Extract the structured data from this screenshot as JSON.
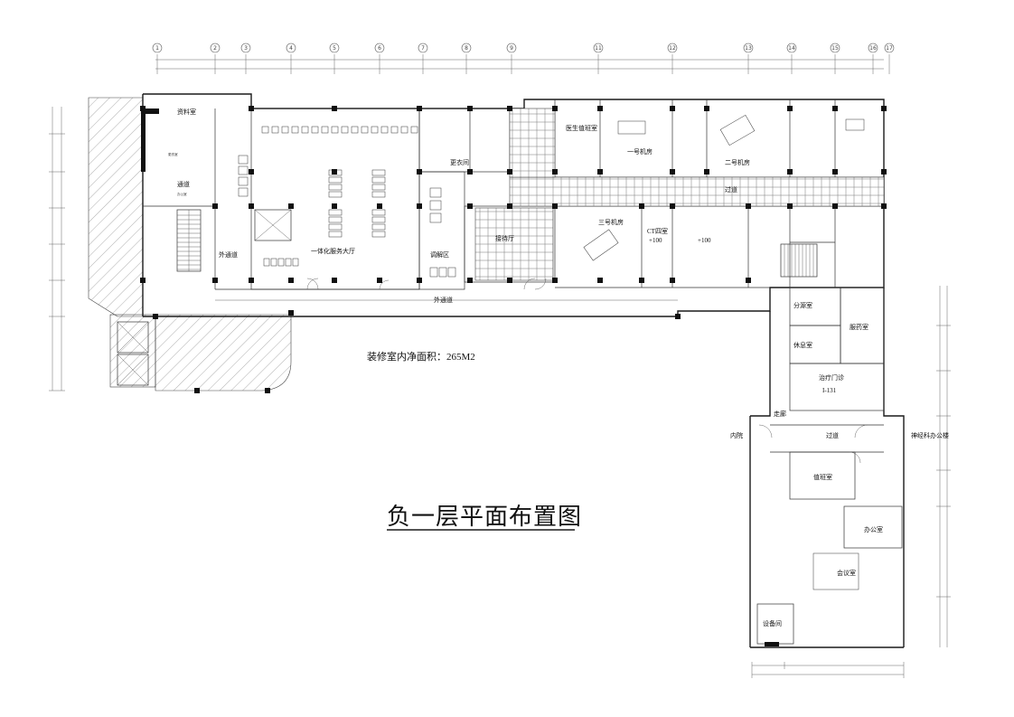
{
  "title": "负一层平面布置图",
  "area_note": "装修室内净面积：265M2",
  "axes": [
    "1",
    "2",
    "3",
    "4",
    "5",
    "6",
    "7",
    "8",
    "9",
    "11",
    "12",
    "13",
    "14",
    "15",
    "16",
    "17"
  ],
  "rooms": {
    "archive": "资料室",
    "changing_small": "更衣室",
    "passage_left": "通道",
    "office_small": "办公室",
    "outer_passage_left": "外通道",
    "service_hall": "一体化服务大厅",
    "changing_room": "更衣间",
    "mediation": "调解区",
    "reception": "接待厅",
    "duty_room": "医生值班室",
    "machine_1": "一号机房",
    "machine_2": "二号机房",
    "corridor_top": "过道",
    "machine_3": "三号机房",
    "ct_room": "CT四室",
    "ct_level": "+100",
    "level_100": "+100",
    "outer_passage_bottom": "外通道",
    "dispensing": "分源室",
    "pharmacy": "服药室",
    "rest_room": "休息室",
    "treatment": "治疗门诊",
    "treatment_code": "I-131",
    "walkway": "走廊",
    "inner_yard": "内院",
    "corridor_right": "过道",
    "neuro_building": "神经科办公楼",
    "duty_room_2": "值班室",
    "office": "办公室",
    "meeting_room": "会议室",
    "equipment_room": "设备间"
  }
}
